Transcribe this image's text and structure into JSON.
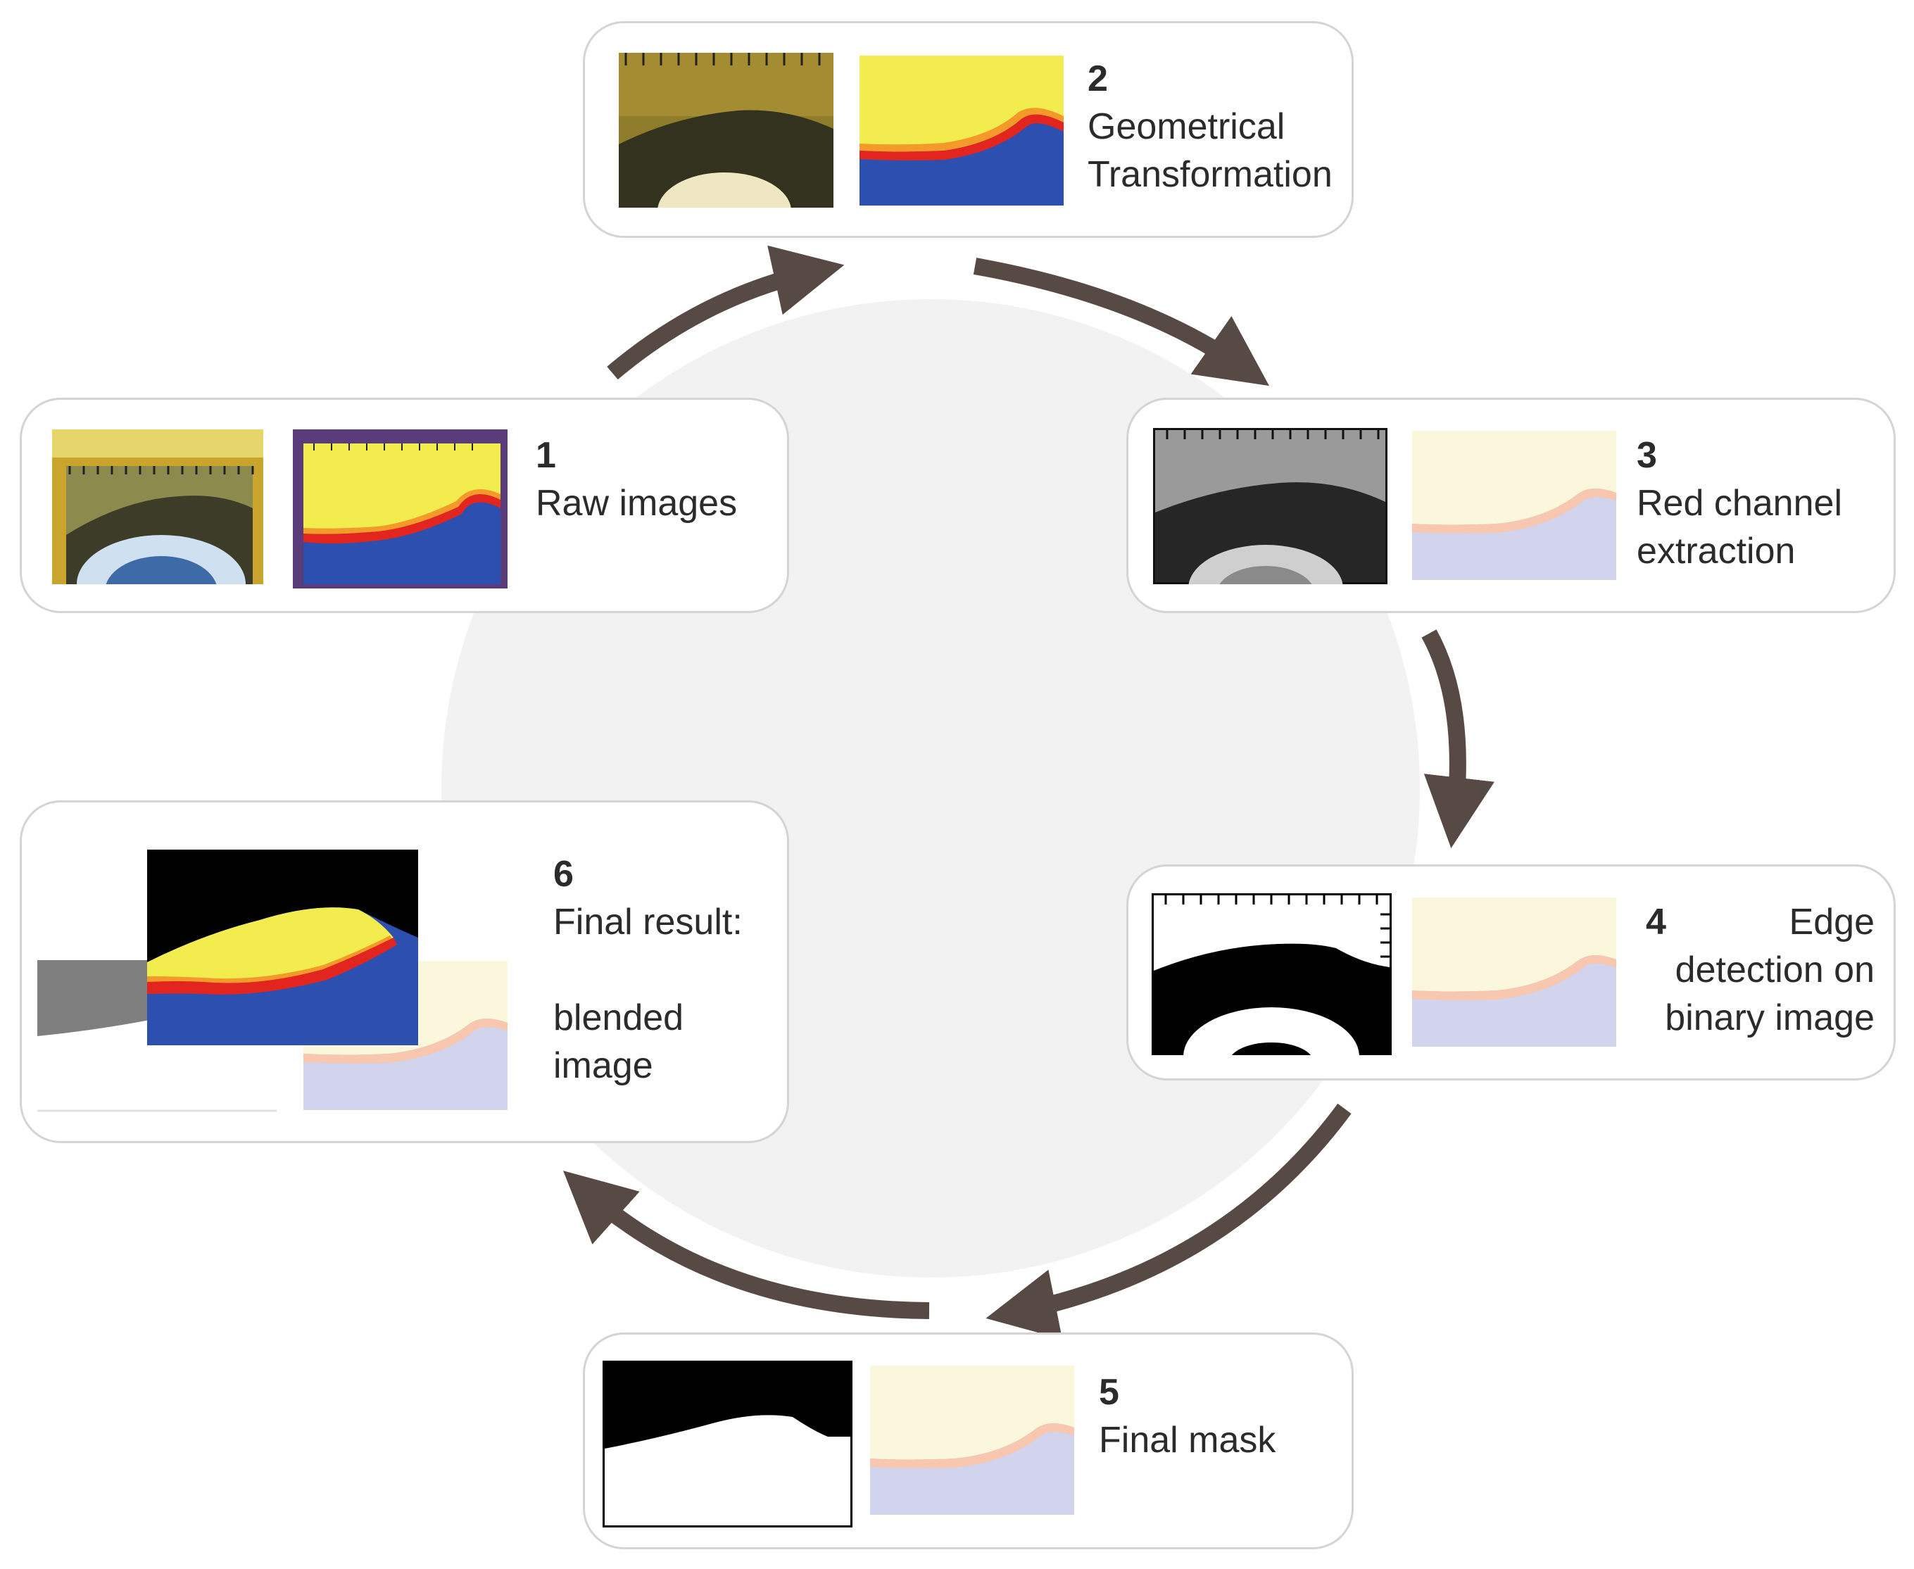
{
  "steps": [
    {
      "number": "1",
      "label": "Raw images"
    },
    {
      "number": "2",
      "label": "Geometrical\nTransformation"
    },
    {
      "number": "3",
      "label": "Red channel\nextraction"
    },
    {
      "number": "4",
      "label": "Edge\ndetection on\nbinary image"
    },
    {
      "number": "5",
      "label": "Final mask"
    },
    {
      "number": "6",
      "label": "Final result:\n\nblended\nimage"
    }
  ],
  "colors": {
    "arrow": "#574a45",
    "box_border": "#d4d4d4",
    "background_circle": "#f2f2f2",
    "thermal_yellow": "#f3ec4e",
    "thermal_red": "#e2261f",
    "thermal_blue": "#2d4fb0"
  }
}
